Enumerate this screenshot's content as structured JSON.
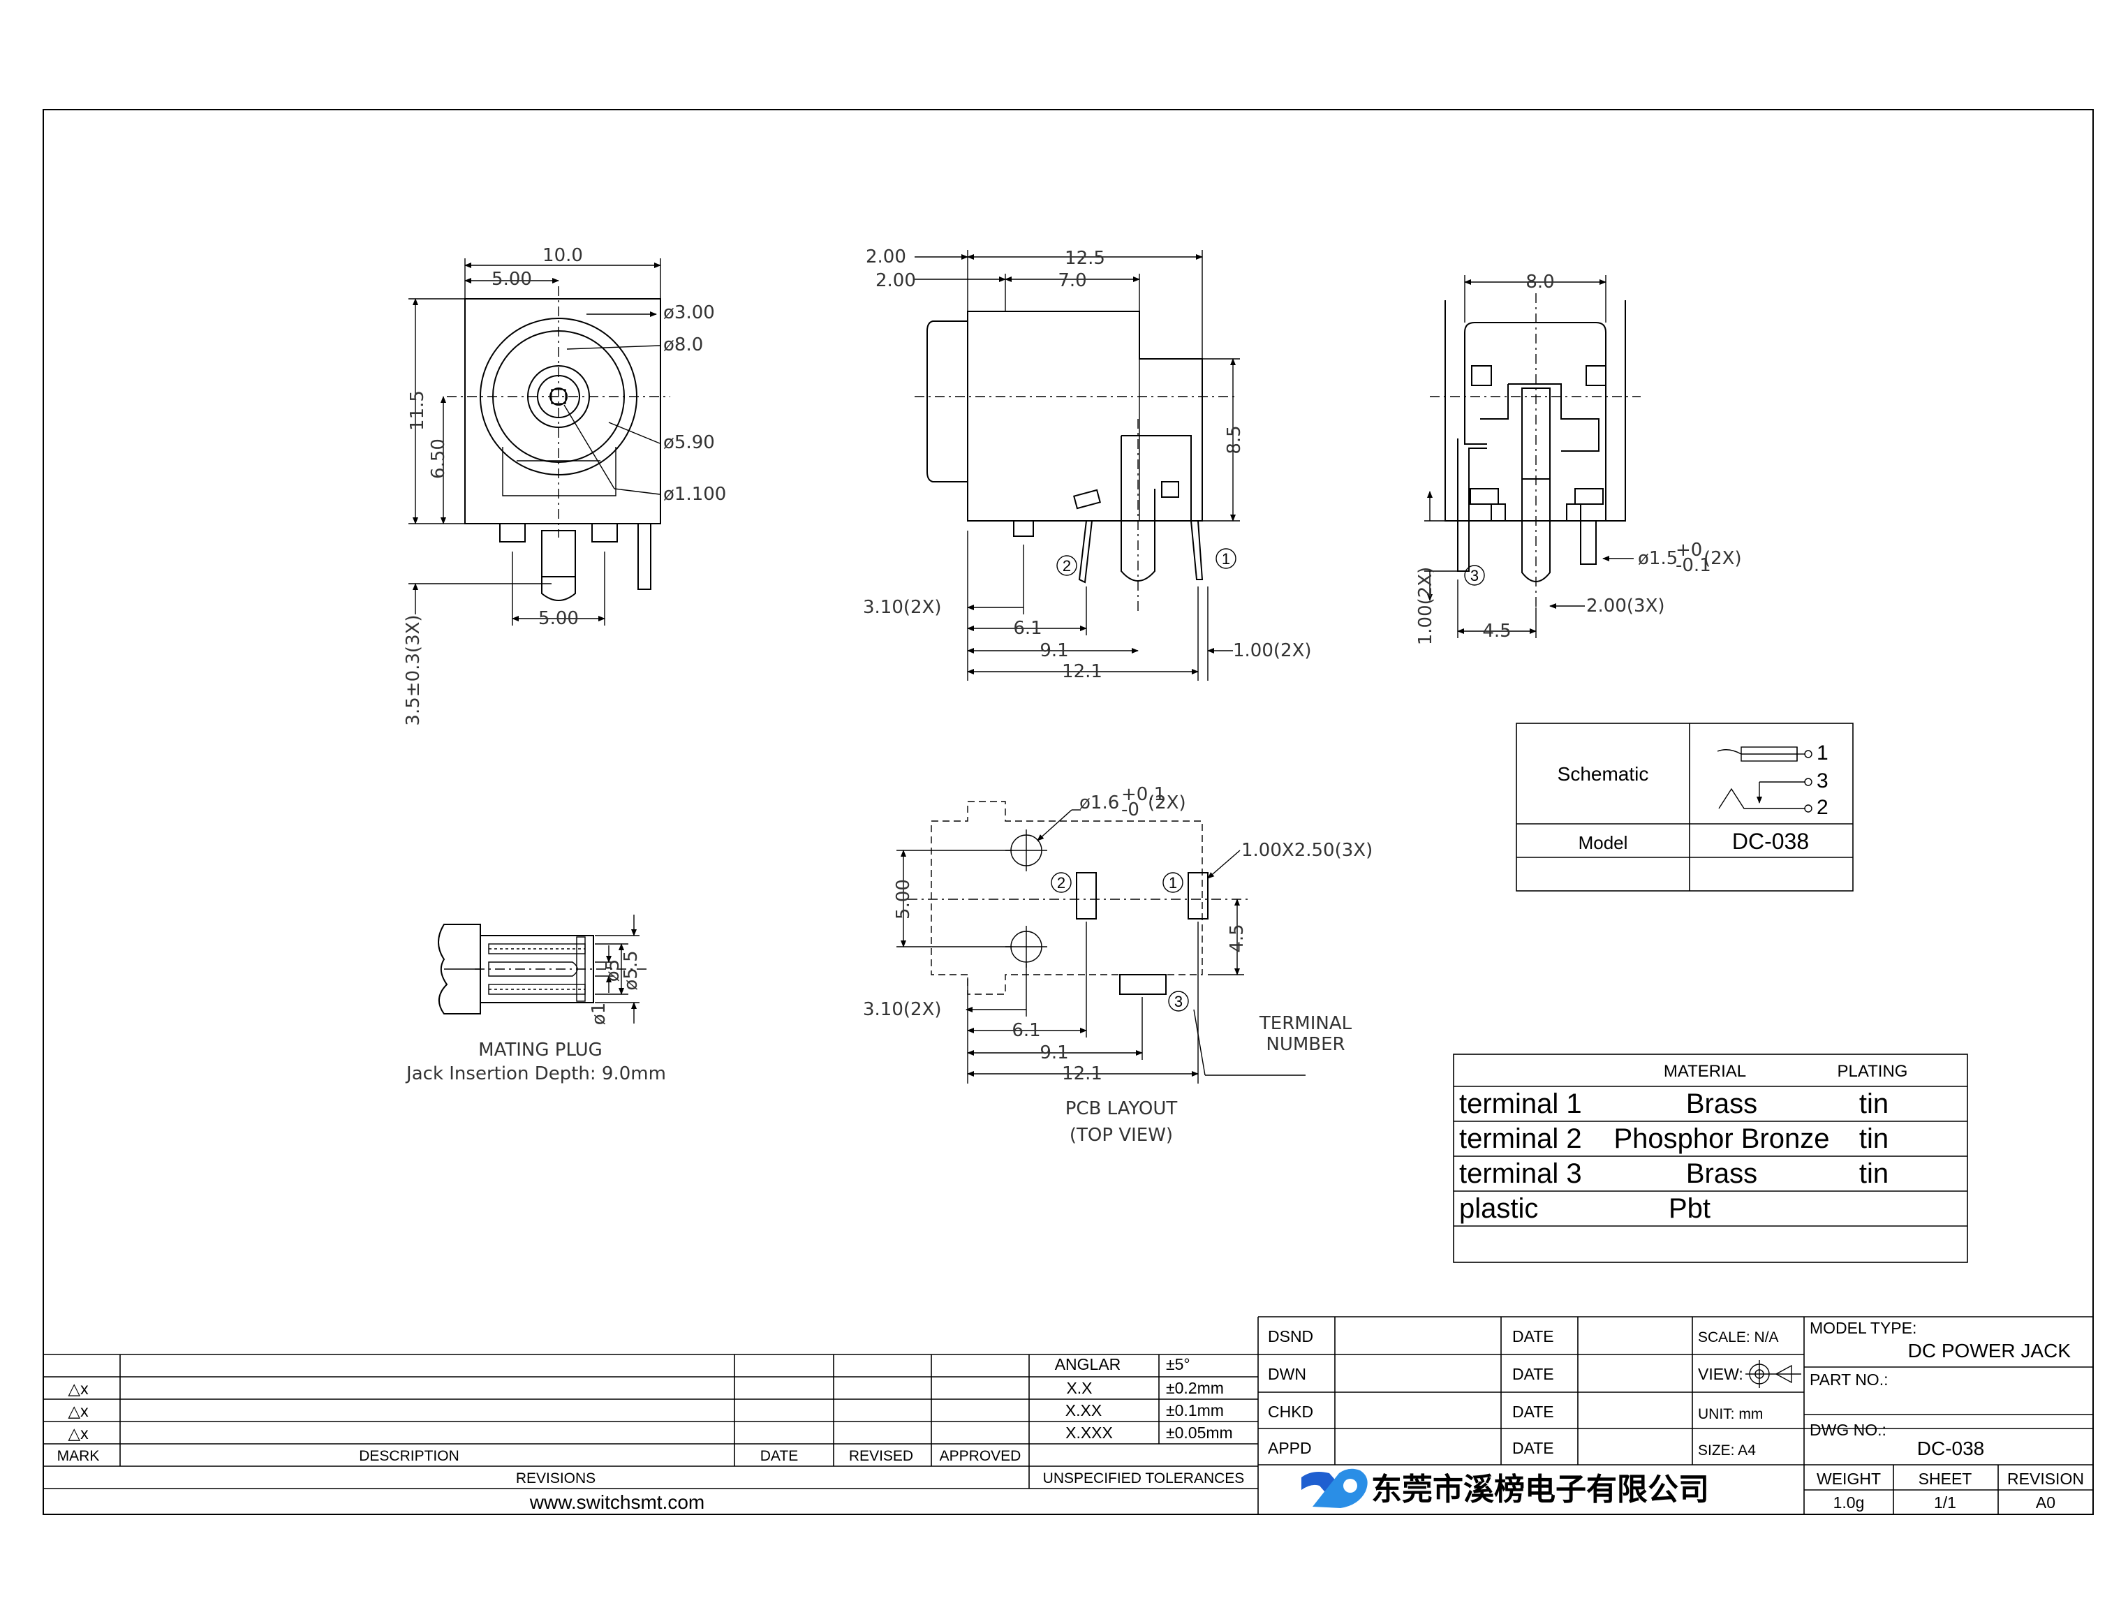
{
  "views": {
    "front": {
      "dims": [
        "10.0",
        "5.00",
        "11.5",
        "6.50",
        "5.00",
        "3.5±0.3(3X)"
      ],
      "callouts": [
        "ø3.00",
        "ø8.0",
        "ø5.90",
        "ø1.100"
      ]
    },
    "side": {
      "dims": [
        "2.00",
        "2.00",
        "12.5",
        "7.0",
        "8.5",
        "3.10(2X)",
        "6.1",
        "9.1",
        "12.1",
        "1.00(2X)"
      ],
      "pins": [
        "1",
        "2"
      ]
    },
    "rear": {
      "dims": [
        "8.0",
        "1.00(2X)",
        "4.5",
        "2.00(3X)"
      ],
      "callouts": [
        "ø1.5",
        "+0",
        "-0.1",
        "(2X)"
      ],
      "pins": [
        "3"
      ]
    },
    "pcb": {
      "hole_callout": [
        "ø1.6",
        "+0.1",
        "-0",
        "(2X)"
      ],
      "pad_callout": "1.00X2.50(3X)",
      "dims": [
        "5.00",
        "4.5",
        "3.10(2X)",
        "6.1",
        "9.1",
        "12.1"
      ],
      "pins": [
        "1",
        "2",
        "3"
      ],
      "terminal_label": [
        "TERMINAL",
        "NUMBER"
      ],
      "caption": [
        "PCB LAYOUT",
        "(TOP VIEW)"
      ]
    },
    "plug": {
      "dims": [
        "ø5",
        "ø5.5",
        "ø1"
      ],
      "caption": [
        "MATING PLUG",
        "Jack Insertion Depth: 9.0mm"
      ]
    }
  },
  "schematic_table": {
    "schematic_label": "Schematic",
    "pins": [
      "1",
      "3",
      "2"
    ],
    "model_label": "Model",
    "model_value": "DC-038"
  },
  "material_table": {
    "headers": [
      "MATERIAL",
      "PLATING"
    ],
    "rows": [
      {
        "part": "terminal 1",
        "material": "Brass",
        "plating": "tin"
      },
      {
        "part": "terminal 2",
        "material": "Phosphor Bronze",
        "plating": "tin"
      },
      {
        "part": "terminal 3",
        "material": "Brass",
        "plating": "tin"
      },
      {
        "part": "plastic",
        "material": "Pbt",
        "plating": ""
      }
    ]
  },
  "revisions": {
    "marks": [
      "△x",
      "△x",
      "△x"
    ],
    "headers": [
      "MARK",
      "DESCRIPTION",
      "DATE",
      "REVISED",
      "APPROVED"
    ],
    "title": "REVISIONS",
    "website": "www.switchsmt.com"
  },
  "tolerances": {
    "rows": [
      {
        "label": "ANGLAR",
        "value": "±5°"
      },
      {
        "label": "X.X",
        "value": "±0.2mm"
      },
      {
        "label": "X.XX",
        "value": "±0.1mm"
      },
      {
        "label": "X.XXX",
        "value": "±0.05mm"
      }
    ],
    "title": "UNSPECIFIED TOLERANCES"
  },
  "approvals": {
    "roles": [
      "DSND",
      "DWN",
      "CHKD",
      "APPD"
    ],
    "date_label": "DATE",
    "scale": "SCALE: N/A",
    "view": "VIEW:",
    "unit": "UNIT: mm",
    "size": "SIZE: A4"
  },
  "title_block": {
    "model_type_label": "MODEL TYPE:",
    "model_type": "DC POWER JACK",
    "part_no_label": "PART NO.:",
    "dwg_no_label": "DWG NO.:",
    "dwg_no": "DC-038",
    "company": "东莞市溪榜电子有限公司",
    "weight_label": "WEIGHT",
    "weight": "1.0g",
    "sheet_label": "SHEET",
    "sheet": "1/1",
    "revision_label": "REVISION",
    "revision": "A0"
  }
}
